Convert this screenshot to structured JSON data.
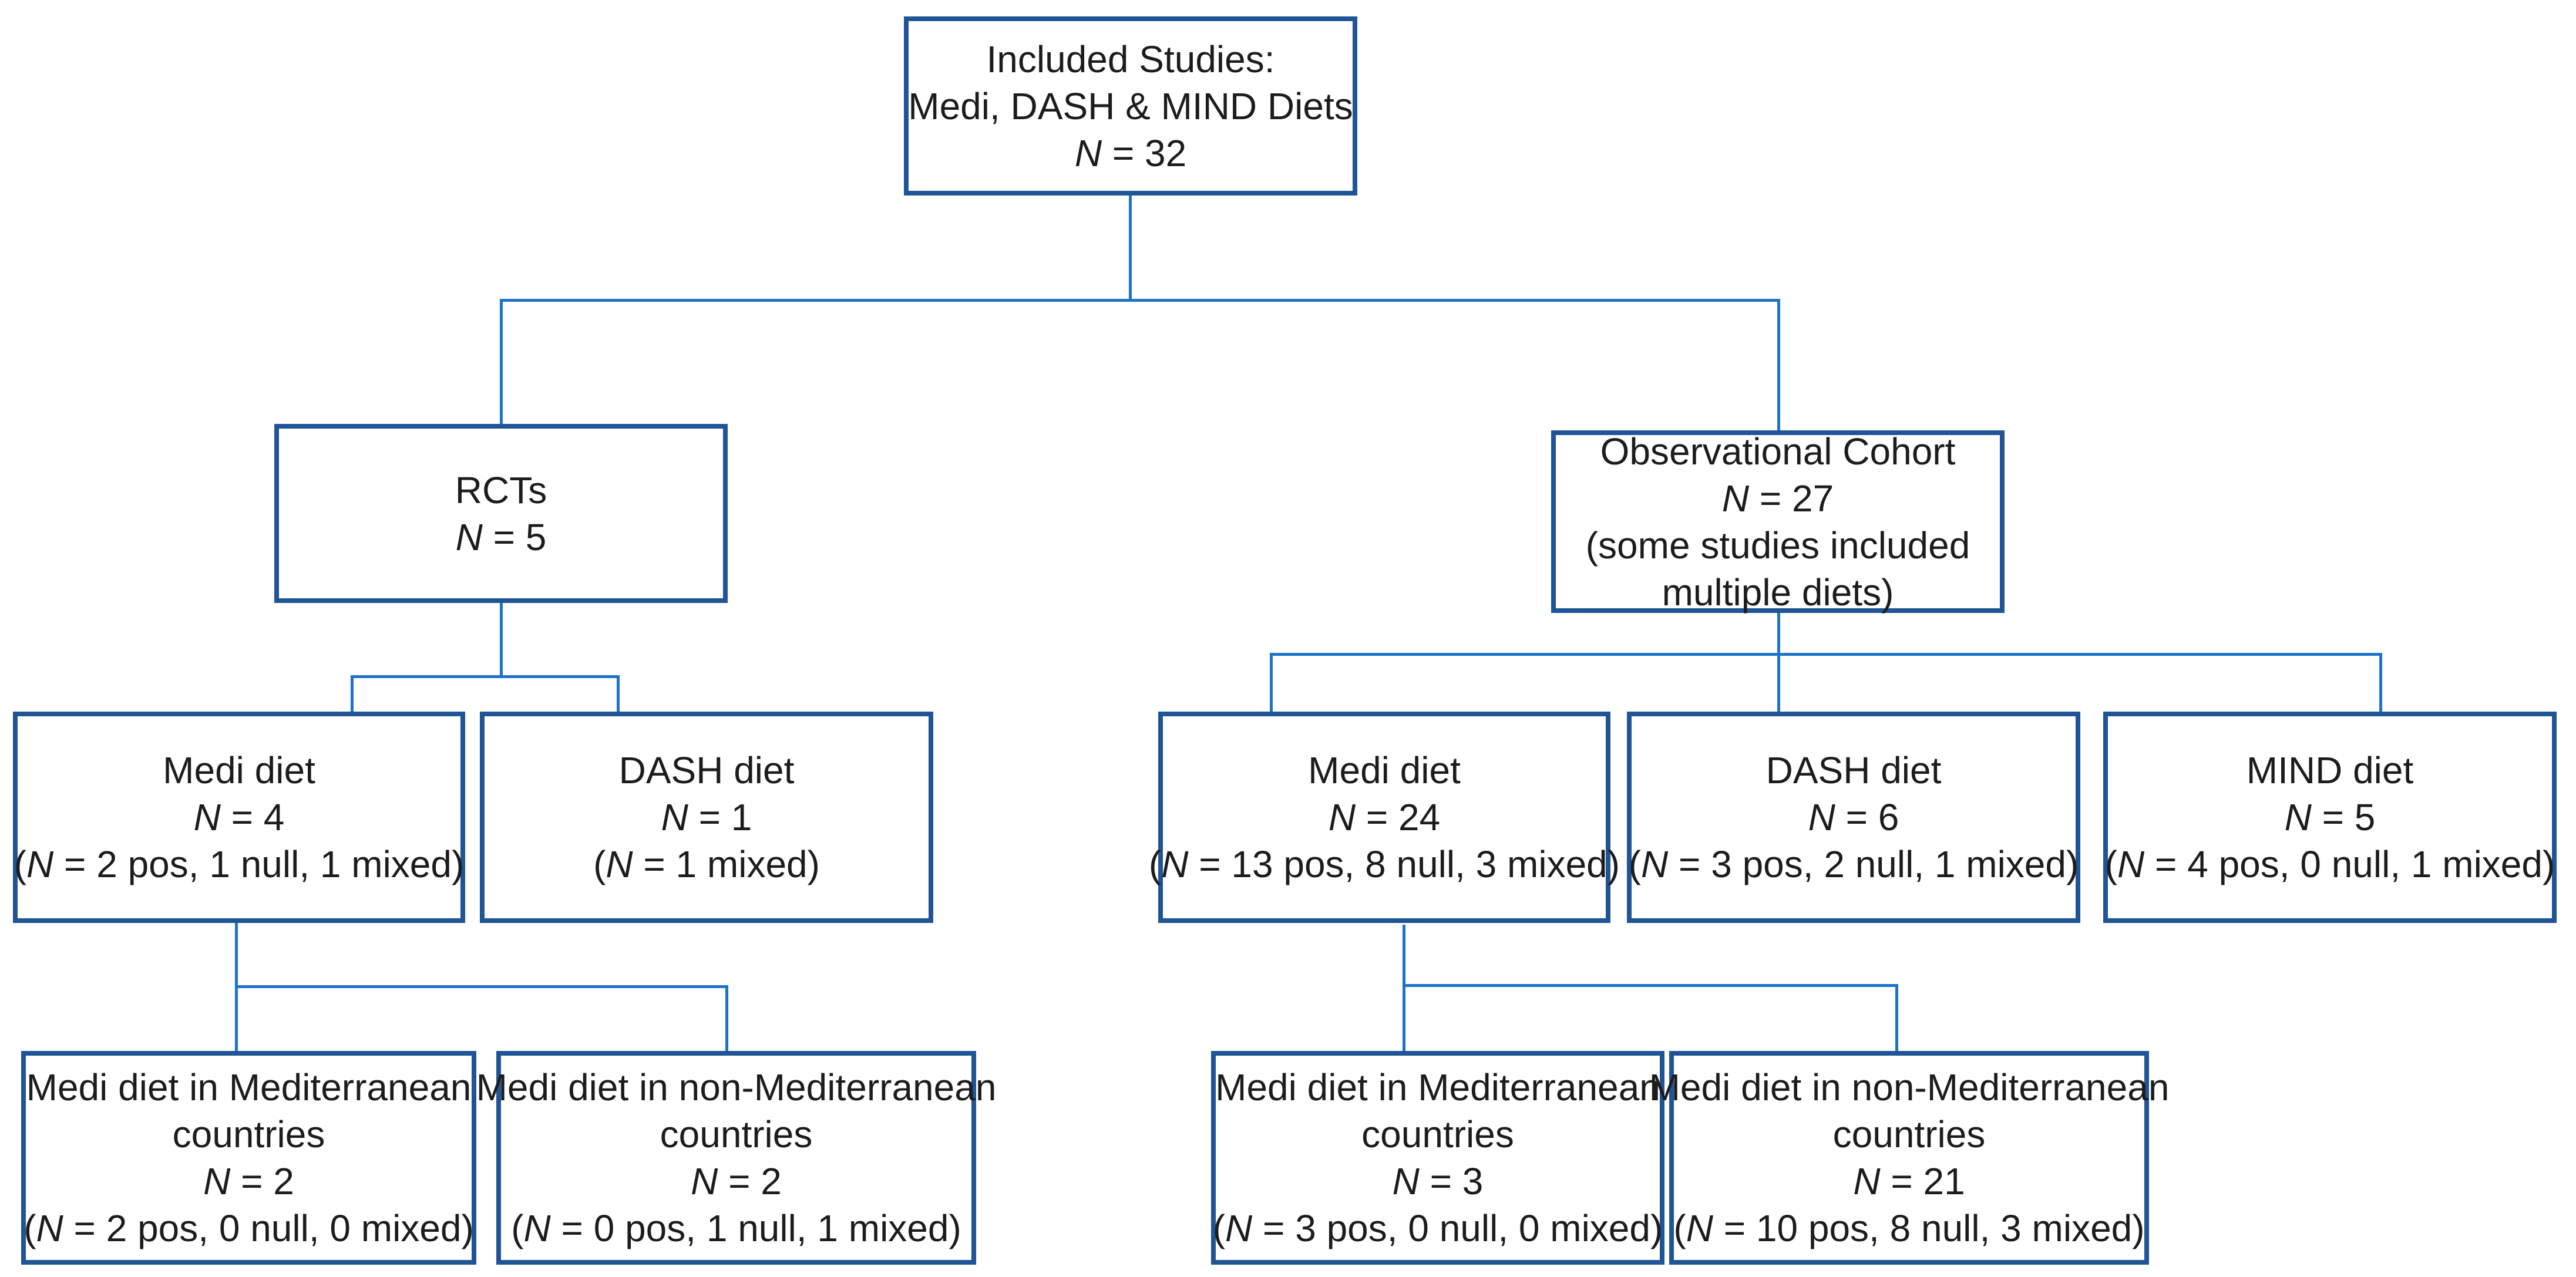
{
  "diagram": {
    "background_color": "#ffffff",
    "box_border_color": "#1f5496",
    "connector_color": "#1e73c8",
    "text_color": "#1c1c1c",
    "boxes": {
      "root": {
        "name": "included-studies",
        "lines": [
          [
            {
              "t": "Included Studies:"
            }
          ],
          [
            {
              "t": "Medi, DASH & MIND Diets"
            }
          ],
          [
            {
              "t": "N",
              "i": true
            },
            {
              "t": " = 32"
            }
          ]
        ]
      },
      "rcts": {
        "name": "rcts",
        "lines": [
          [
            {
              "t": "RCTs"
            }
          ],
          [
            {
              "t": "N",
              "i": true
            },
            {
              "t": " = 5"
            }
          ]
        ]
      },
      "obs": {
        "name": "observational-cohort",
        "lines": [
          [
            {
              "t": "Observational Cohort"
            }
          ],
          [
            {
              "t": "N",
              "i": true
            },
            {
              "t": " = 27"
            }
          ],
          [
            {
              "t": "(some studies included"
            }
          ],
          [
            {
              "t": "multiple diets)"
            }
          ]
        ]
      },
      "medi-rct": {
        "name": "medi-diet-rct",
        "lines": [
          [
            {
              "t": "Medi diet"
            }
          ],
          [
            {
              "t": "N",
              "i": true
            },
            {
              "t": " = 4"
            }
          ],
          [
            {
              "t": "("
            },
            {
              "t": "N",
              "i": true
            },
            {
              "t": " = 2 pos, 1 null, 1 mixed)"
            }
          ]
        ]
      },
      "dash-rct": {
        "name": "dash-diet-rct",
        "lines": [
          [
            {
              "t": "DASH diet"
            }
          ],
          [
            {
              "t": "N",
              "i": true
            },
            {
              "t": " = 1"
            }
          ],
          [
            {
              "t": "("
            },
            {
              "t": "N",
              "i": true
            },
            {
              "t": " = 1 mixed)"
            }
          ]
        ]
      },
      "medi-obs": {
        "name": "medi-diet-observational",
        "lines": [
          [
            {
              "t": "Medi diet"
            }
          ],
          [
            {
              "t": "N",
              "i": true
            },
            {
              "t": " = 24"
            }
          ],
          [
            {
              "t": "("
            },
            {
              "t": "N",
              "i": true
            },
            {
              "t": " = 13 pos, 8 null, 3 mixed)"
            }
          ]
        ]
      },
      "dash-obs": {
        "name": "dash-diet-observational",
        "lines": [
          [
            {
              "t": "DASH diet"
            }
          ],
          [
            {
              "t": "N",
              "i": true
            },
            {
              "t": " = 6"
            }
          ],
          [
            {
              "t": "("
            },
            {
              "t": "N",
              "i": true
            },
            {
              "t": " = 3 pos, 2 null, 1 mixed)"
            }
          ]
        ]
      },
      "mind-obs": {
        "name": "mind-diet-observational",
        "lines": [
          [
            {
              "t": "MIND diet"
            }
          ],
          [
            {
              "t": "N",
              "i": true
            },
            {
              "t": " = 5"
            }
          ],
          [
            {
              "t": "("
            },
            {
              "t": "N",
              "i": true
            },
            {
              "t": " = 4 pos, 0 null, 1 mixed)"
            }
          ]
        ]
      },
      "medi-med-rct": {
        "name": "medi-diet-mediterranean-countries-rct",
        "lines": [
          [
            {
              "t": "Medi diet in Mediterranean"
            }
          ],
          [
            {
              "t": "countries"
            }
          ],
          [
            {
              "t": "N",
              "i": true
            },
            {
              "t": " = 2"
            }
          ],
          [
            {
              "t": "("
            },
            {
              "t": "N",
              "i": true
            },
            {
              "t": " = 2 pos, 0 null, 0 mixed)"
            }
          ]
        ]
      },
      "medi-nonmed-rct": {
        "name": "medi-diet-non-mediterranean-countries-rct",
        "lines": [
          [
            {
              "t": "Medi diet in non-Mediterranean"
            }
          ],
          [
            {
              "t": "countries"
            }
          ],
          [
            {
              "t": "N",
              "i": true
            },
            {
              "t": " = 2"
            }
          ],
          [
            {
              "t": "("
            },
            {
              "t": "N",
              "i": true
            },
            {
              "t": " = 0 pos, 1 null, 1 mixed)"
            }
          ]
        ]
      },
      "medi-med-obs": {
        "name": "medi-diet-mediterranean-countries-observational",
        "lines": [
          [
            {
              "t": "Medi diet in Mediterranean"
            }
          ],
          [
            {
              "t": "countries"
            }
          ],
          [
            {
              "t": "N",
              "i": true
            },
            {
              "t": " = 3"
            }
          ],
          [
            {
              "t": "("
            },
            {
              "t": "N",
              "i": true
            },
            {
              "t": " = 3 pos, 0 null, 0 mixed)"
            }
          ]
        ]
      },
      "medi-nonmed-obs": {
        "name": "medi-diet-non-mediterranean-countries-observational",
        "lines": [
          [
            {
              "t": "Medi diet in non-Mediterranean"
            }
          ],
          [
            {
              "t": "countries"
            }
          ],
          [
            {
              "t": "N",
              "i": true
            },
            {
              "t": " = 21"
            }
          ],
          [
            {
              "t": "("
            },
            {
              "t": "N",
              "i": true
            },
            {
              "t": " = 10 pos, 8 null, 3 mixed)"
            }
          ]
        ]
      }
    },
    "edges": [
      {
        "from": "root",
        "to": "rcts"
      },
      {
        "from": "root",
        "to": "obs"
      },
      {
        "from": "rcts",
        "to": "medi-rct"
      },
      {
        "from": "rcts",
        "to": "dash-rct"
      },
      {
        "from": "obs",
        "to": "medi-obs"
      },
      {
        "from": "obs",
        "to": "dash-obs"
      },
      {
        "from": "obs",
        "to": "mind-obs"
      },
      {
        "from": "medi-rct",
        "to": "medi-med-rct"
      },
      {
        "from": "medi-rct",
        "to": "medi-nonmed-rct"
      },
      {
        "from": "medi-obs",
        "to": "medi-med-obs"
      },
      {
        "from": "medi-obs",
        "to": "medi-nonmed-obs"
      }
    ]
  }
}
